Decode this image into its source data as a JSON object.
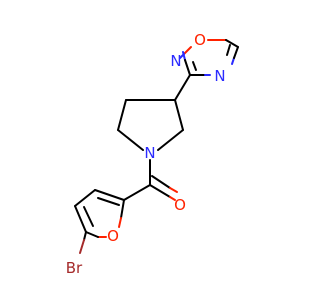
{
  "molecule": {
    "atoms": {
      "o_ring_oxadiazole": {
        "symbol": "O",
        "color": "#ff2200"
      },
      "n2_oxadiazole": {
        "symbol": "N",
        "color": "#2b2bff"
      },
      "n4_oxadiazole": {
        "symbol": "N",
        "color": "#2b2bff"
      },
      "n_pyrrolidine": {
        "symbol": "N",
        "color": "#2b2bff"
      },
      "o_carbonyl": {
        "symbol": "O",
        "color": "#ff2200"
      },
      "o_furan": {
        "symbol": "O",
        "color": "#ff2200"
      },
      "br": {
        "symbol": "Br",
        "color": "#a52a2a"
      }
    }
  }
}
